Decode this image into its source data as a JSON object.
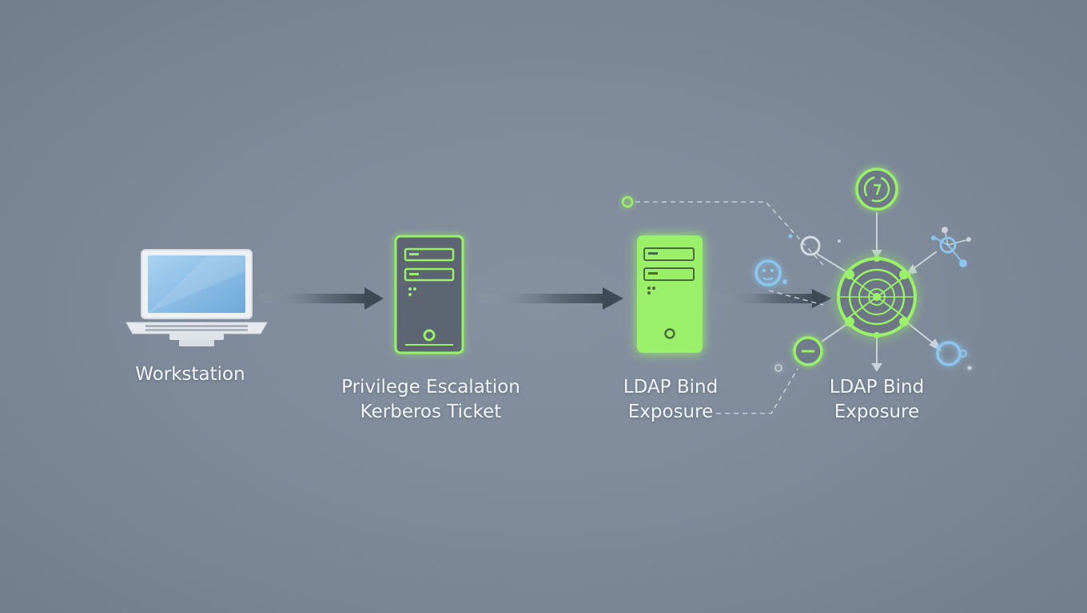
{
  "nodes": [
    {
      "id": "workstation",
      "lines": [
        "Workstation"
      ],
      "icon": "laptop-icon"
    },
    {
      "id": "privilege",
      "lines": [
        "Privilege Escalation",
        "Kerberos Ticket"
      ],
      "icon": "server-outline-icon"
    },
    {
      "id": "ldap-1",
      "lines": [
        "LDAP Bind",
        "Exposure"
      ],
      "icon": "server-filled-icon"
    },
    {
      "id": "ldap-2",
      "lines": [
        "LDAP Bind",
        "Exposure"
      ],
      "icon": "network-hub-icon"
    }
  ],
  "colors": {
    "background": "#7d8998",
    "accent_green": "#9af06a",
    "accent_blue": "#8cc6ee",
    "label_text": "#f1f4f7",
    "arrow": "#3e4a56"
  }
}
